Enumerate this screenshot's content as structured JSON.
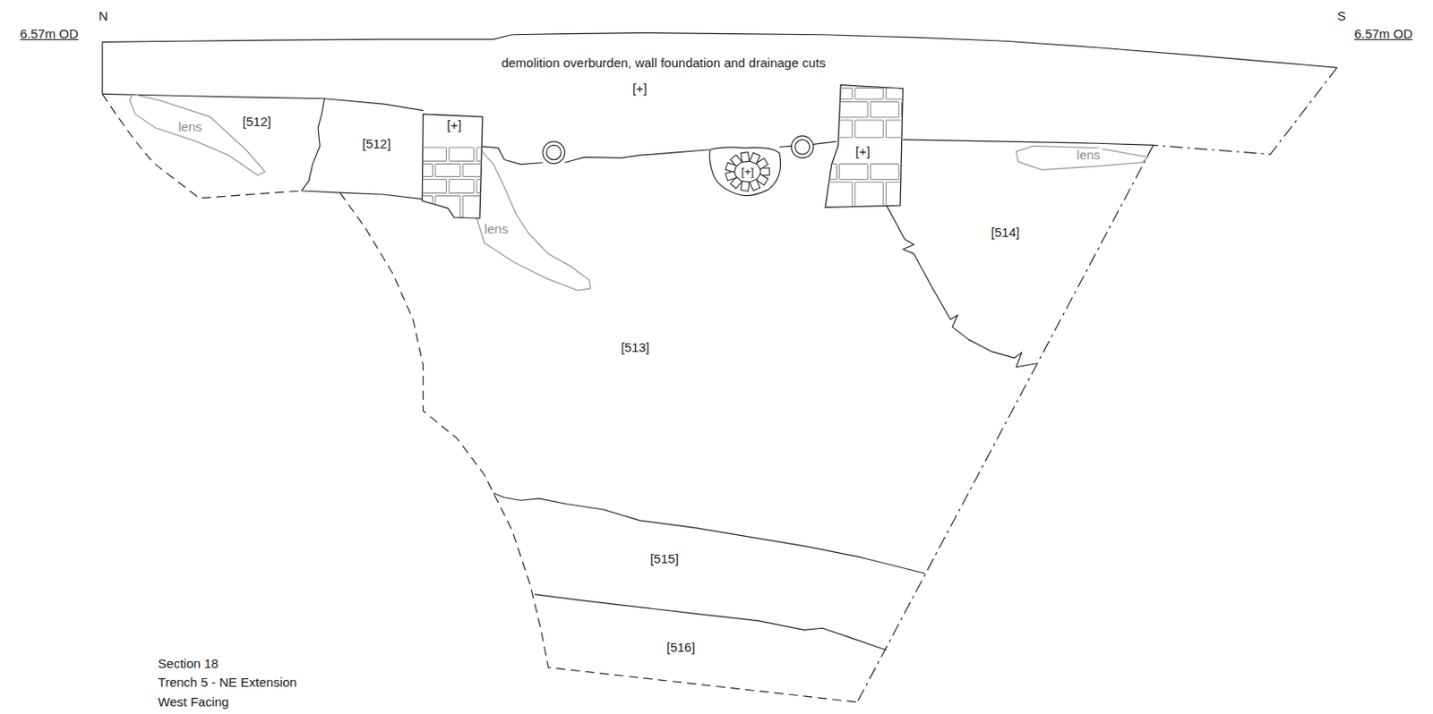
{
  "diagram": {
    "labels": [
      "6.57m OD",
      "N",
      "S",
      "6.57m OD",
      "demolition overburden, wall foundation and drainage cuts",
      "[+]",
      "[512]",
      "lens",
      "[512]",
      "[+]",
      "lens",
      "[+]",
      "[+]",
      "lens",
      "[514]",
      "[513]",
      "[515]",
      "[516]",
      "Section 18",
      "Trench 5 - NE Extension",
      "West Facing"
    ]
  }
}
